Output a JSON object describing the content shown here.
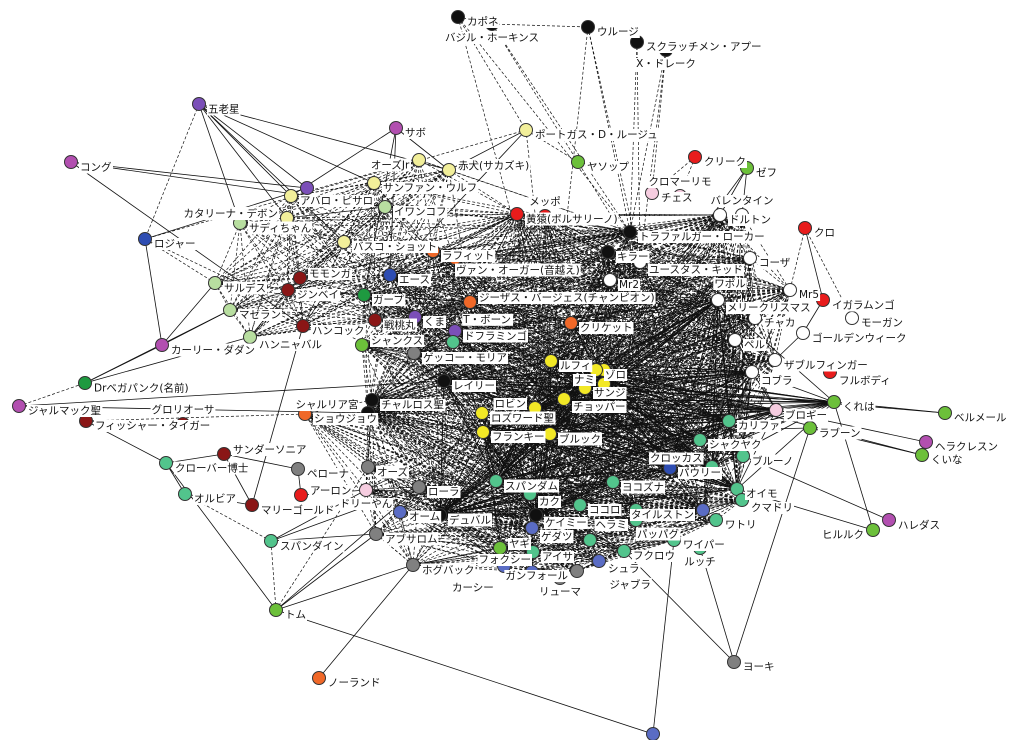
{
  "title": "ワンピース 人物相関ネットワーク",
  "palette": {
    "black": "#101010",
    "lyellow": "#f2ef9a",
    "yellow": "#f2e826",
    "purple": "#7b4fb8",
    "magenta": "#b24fb0",
    "blue": "#2e4db2",
    "periwinkle": "#5a6cc4",
    "green": "#6cc03a",
    "lgreen": "#b8dea0",
    "dgreen": "#1e9a40",
    "teal": "#52c48c",
    "orange": "#f06828",
    "red": "#e81c1c",
    "dred": "#8a1616",
    "gray": "#808080",
    "pink": "#f6cde0",
    "white": "#ffffff"
  },
  "nodes": [
    {
      "id": "capone",
      "label": "カポネ",
      "color": "black"
    },
    {
      "id": "basil",
      "label": "バジル・ホーキンス",
      "color": "black"
    },
    {
      "id": "urouge",
      "label": "ウルージ",
      "color": "black"
    },
    {
      "id": "apoo",
      "label": "スクラッチメン・アプー",
      "color": "black"
    },
    {
      "id": "drake",
      "label": "X・ドレーク",
      "color": "black"
    },
    {
      "id": "rouge",
      "label": "ポートガス・D・ルージュ",
      "color": "lyellow"
    },
    {
      "id": "sabo",
      "label": "サボ",
      "color": "magenta"
    },
    {
      "id": "gorosei",
      "label": "五老星",
      "color": "purple"
    },
    {
      "id": "kong",
      "label": "コング",
      "color": "magenta"
    },
    {
      "id": "roger",
      "label": "ロジャー",
      "color": "blue"
    },
    {
      "id": "yasopp",
      "label": "ヤソップ",
      "color": "green"
    },
    {
      "id": "krieg",
      "label": "クリーク",
      "color": "red"
    },
    {
      "id": "zeff",
      "label": "ゼフ",
      "color": "green"
    },
    {
      "id": "chess",
      "label": "チェス",
      "color": "pink"
    },
    {
      "id": "kuromarimo",
      "label": "クロマーリモ",
      "color": "pink"
    },
    {
      "id": "dalton",
      "label": "ドルトン",
      "color": "white"
    },
    {
      "id": "valentine",
      "label": "バレンタイン",
      "color": "white"
    },
    {
      "id": "kuro",
      "label": "クロ",
      "color": "red"
    },
    {
      "id": "mr5",
      "label": "Mr5",
      "color": "white"
    },
    {
      "id": "igaram",
      "label": "イガラムンゴ",
      "color": "red"
    },
    {
      "id": "morgan",
      "label": "モーガン",
      "color": "white"
    },
    {
      "id": "goldenweek",
      "label": "ゴールデンウィーク",
      "color": "white"
    },
    {
      "id": "doublefinger",
      "label": "ザブルフィンガー",
      "color": "white"
    },
    {
      "id": "fullbody",
      "label": "フルボディ",
      "color": "red"
    },
    {
      "id": "cobra",
      "label": "コブラ",
      "color": "white"
    },
    {
      "id": "kureha",
      "label": "くれは",
      "color": "green"
    },
    {
      "id": "bellemere",
      "label": "ベルメール",
      "color": "green"
    },
    {
      "id": "herakles",
      "label": "ヘラクレスン",
      "color": "magenta"
    },
    {
      "id": "kuina",
      "label": "くいな",
      "color": "green"
    },
    {
      "id": "haredas",
      "label": "ハレダス",
      "color": "magenta"
    },
    {
      "id": "hiluluk",
      "label": "ヒルルク",
      "color": "green"
    },
    {
      "id": "laboon",
      "label": "ラブーン",
      "color": "green"
    },
    {
      "id": "brogy",
      "label": "ブロギー",
      "color": "pink"
    },
    {
      "id": "kalifa",
      "label": "カリファ",
      "color": "teal"
    },
    {
      "id": "shakuyaku",
      "label": "シャクヤク",
      "color": "teal"
    },
    {
      "id": "blueno",
      "label": "ブルーノ",
      "color": "teal"
    },
    {
      "id": "pauly",
      "label": "パウリー",
      "color": "blue"
    },
    {
      "id": "crocus",
      "label": "クロッカス",
      "color": "teal"
    },
    {
      "id": "oimo",
      "label": "オイモ",
      "color": "teal"
    },
    {
      "id": "kumadori",
      "label": "クマドリ",
      "color": "teal"
    },
    {
      "id": "tilestone",
      "label": "タイルストン",
      "color": "periwinkle"
    },
    {
      "id": "watori",
      "label": "ワトリ",
      "color": "teal"
    },
    {
      "id": "wyper",
      "label": "ワイパー",
      "color": "teal"
    },
    {
      "id": "lucci",
      "label": "ルッチ",
      "color": "teal"
    },
    {
      "id": "fukurou",
      "label": "フクロウ",
      "color": "teal"
    },
    {
      "id": "shura",
      "label": "シュラ",
      "color": "periwinkle"
    },
    {
      "id": "ganfall",
      "label": "ガンフォール",
      "color": "gray"
    },
    {
      "id": "ryuma",
      "label": "リューマ",
      "color": "gray"
    },
    {
      "id": "yoki",
      "label": "ヨーキ",
      "color": "gray"
    },
    {
      "id": "bottomblue",
      "label": null,
      "color": "periwinkle"
    },
    {
      "id": "noland",
      "label": "ノーランド",
      "color": "orange"
    },
    {
      "id": "tom",
      "label": "トム",
      "color": "green"
    },
    {
      "id": "spandine",
      "label": "スパンダイン",
      "color": "teal"
    },
    {
      "id": "jalmack",
      "label": "ジャルマック聖",
      "color": "magenta"
    },
    {
      "id": "vegapunk",
      "label": "Drベガパンク(名前)",
      "color": "dgreen"
    },
    {
      "id": "fisher",
      "label": "フィッシャー・タイガー",
      "color": "dred"
    },
    {
      "id": "gloriosa",
      "label": "グロリオーサ",
      "color": "dred"
    },
    {
      "id": "clover",
      "label": "クローバー博士",
      "color": "teal"
    },
    {
      "id": "sandersonia",
      "label": "サンダーソニア",
      "color": "dred"
    },
    {
      "id": "olvia",
      "label": "オルビア",
      "color": "teal"
    },
    {
      "id": "marigold",
      "label": "マリーゴールド",
      "color": "dred"
    },
    {
      "id": "arlong",
      "label": "アーロン",
      "color": "red"
    },
    {
      "id": "perona",
      "label": "ペローナ",
      "color": "gray"
    },
    {
      "id": "oars",
      "label": "オーズ",
      "color": "gray"
    },
    {
      "id": "absalom",
      "label": "アブサロム",
      "color": "gray"
    },
    {
      "id": "hogback",
      "label": "ホグバック",
      "color": "gray"
    },
    {
      "id": "lola",
      "label": "ローラ",
      "color": "gray"
    },
    {
      "id": "dorry",
      "label": "ドリーやん",
      "color": "pink"
    },
    {
      "id": "shojo",
      "label": "ショウジョウ",
      "color": "orange"
    },
    {
      "id": "charlos",
      "label": "チャルロス聖",
      "color": "black"
    },
    {
      "id": "shalria",
      "label": "シャルリア宮",
      "color": "black"
    },
    {
      "id": "rosward",
      "label": "ロズワード聖",
      "color": "yellow"
    },
    {
      "id": "rayleigh",
      "label": "レイリー",
      "color": "black"
    },
    {
      "id": "luffy",
      "label": "ルフィ",
      "color": "yellow"
    },
    {
      "id": "zoro",
      "label": "ゾロ",
      "color": "yellow"
    },
    {
      "id": "sanji",
      "label": "サンジ",
      "color": "yellow"
    },
    {
      "id": "nami",
      "label": "ナミ",
      "color": "yellow"
    },
    {
      "id": "chopper",
      "label": "チョッパー",
      "color": "yellow"
    },
    {
      "id": "robin",
      "label": "ロビン",
      "color": "yellow"
    },
    {
      "id": "franky",
      "label": "フランキー",
      "color": "yellow"
    },
    {
      "id": "brook",
      "label": "ブルック",
      "color": "yellow"
    },
    {
      "id": "cricket",
      "label": "クリケット",
      "color": "orange"
    },
    {
      "id": "moria",
      "label": "ゲッコー・モリア",
      "color": "gray"
    },
    {
      "id": "shanks",
      "label": "シャンクス",
      "color": "green"
    },
    {
      "id": "hancock",
      "label": "ハンコック",
      "color": "dred"
    },
    {
      "id": "sentomaru",
      "label": "戦桃丸",
      "color": "dred"
    },
    {
      "id": "kuma",
      "label": "くま",
      "color": "purple"
    },
    {
      "id": "doflamingo",
      "label": "ドフラミンゴ",
      "color": "purple"
    },
    {
      "id": "tbone",
      "label": "T・ボーン",
      "color": "teal"
    },
    {
      "id": "ace",
      "label": "エース",
      "color": "blue"
    },
    {
      "id": "garp",
      "label": "ガープ",
      "color": "dgreen"
    },
    {
      "id": "jinbe",
      "label": "ジンベイ",
      "color": "dred"
    },
    {
      "id": "momonga",
      "label": "モモンガ",
      "color": "dred"
    },
    {
      "id": "saldeath",
      "label": "サルデス",
      "color": "lgreen"
    },
    {
      "id": "magellan",
      "label": "マゼラン",
      "color": "lgreen"
    },
    {
      "id": "hannyabal",
      "label": "ハンニャバル",
      "color": "lgreen"
    },
    {
      "id": "dadan",
      "label": "カーリー・ダダン",
      "color": "magenta"
    },
    {
      "id": "pizarro",
      "label": "アバロ・ピサロ",
      "color": "lyellow"
    },
    {
      "id": "sadi",
      "label": "サディちゃん",
      "color": "lgreen"
    },
    {
      "id": "catarina",
      "label": "カタリーナ・デボン",
      "color": "lyellow"
    },
    {
      "id": "shot",
      "label": "バスコ・ショット",
      "color": "lyellow"
    },
    {
      "id": "wolf",
      "label": "サンファン・ウルフ",
      "color": "lyellow"
    },
    {
      "id": "ivankov",
      "label": "イワンコフ",
      "color": "lgreen"
    },
    {
      "id": "akainu",
      "label": "赤犬(サカズキ)",
      "color": "lyellow"
    },
    {
      "id": "oarsjr",
      "label": "オーズJr",
      "color": "lyellow"
    },
    {
      "id": "burgess",
      "label": "ジーザス・バージェス(チャンピオン)",
      "color": "orange"
    },
    {
      "id": "lafitte",
      "label": "ラフィット",
      "color": "orange"
    },
    {
      "id": "vanaugur",
      "label": "ヴァン・オーガー(音越え)",
      "color": "orange"
    },
    {
      "id": "law",
      "label": "トラファルガー・ローカー",
      "color": "black"
    },
    {
      "id": "kizaru",
      "label": "黄猿(ボルサリーノ)",
      "color": "red"
    },
    {
      "id": "meppo",
      "label": "メッポ",
      "color": "red"
    },
    {
      "id": "killer",
      "label": "キラー",
      "color": "black"
    },
    {
      "id": "kid",
      "label": "ユースタス・キッド",
      "color": "white"
    },
    {
      "id": "mr2",
      "label": "Mr2",
      "color": "white"
    },
    {
      "id": "wapol",
      "label": "ワポル",
      "color": "white"
    },
    {
      "id": "kuzan",
      "label": "コーザ",
      "color": "white"
    },
    {
      "id": "merry",
      "label": "メリークリスマス",
      "color": "white"
    },
    {
      "id": "chaka",
      "label": "チャカ",
      "color": "white"
    },
    {
      "id": "pell",
      "label": "ペル",
      "color": "white"
    },
    {
      "id": "spandam",
      "label": "スパンダム",
      "color": "teal"
    },
    {
      "id": "kaku",
      "label": "カク",
      "color": "teal"
    },
    {
      "id": "yokozuna",
      "label": "ヨコズナ",
      "color": "teal"
    },
    {
      "id": "kokoro",
      "label": "ココロ",
      "color": "teal"
    },
    {
      "id": "pappag",
      "label": "パッパグ",
      "color": "teal"
    },
    {
      "id": "camie",
      "label": "ケイミー",
      "color": "black"
    },
    {
      "id": "gedatsu",
      "label": "ゲダツ",
      "color": "periwinkle"
    },
    {
      "id": "aisa",
      "label": "アイサ",
      "color": "teal"
    },
    {
      "id": "foxy",
      "label": "フォクシー",
      "color": "periwinkle"
    },
    {
      "id": "carsee",
      "label": "カーシー",
      "color": "periwinkle"
    },
    {
      "id": "ohm",
      "label": "オーム",
      "color": "periwinkle"
    },
    {
      "id": "duval",
      "label": "デュバル",
      "color": "black"
    },
    {
      "id": "hera",
      "label": "ヘラミ",
      "color": "teal"
    },
    {
      "id": "jabra",
      "label": "ジャブラ",
      "color": "teal"
    },
    {
      "id": "yagi",
      "label": "ヤギ",
      "color": "green"
    }
  ],
  "edges": [
    [
      "gorosei",
      "akainu",
      "s"
    ],
    [
      "gorosei",
      "pizarro",
      "s"
    ],
    [
      "gorosei",
      "sadi",
      "s"
    ],
    [
      "gorosei",
      "catarina",
      "s"
    ],
    [
      "gorosei",
      "shot",
      "s"
    ],
    [
      "gorosei",
      "kong_purple",
      "s"
    ],
    [
      "gorosei",
      "roger",
      "d"
    ],
    [
      "gorosei",
      "wolf",
      "s"
    ],
    [
      "kong",
      "kong_purple",
      "s"
    ],
    [
      "kong",
      "ivankov",
      "s"
    ],
    [
      "kong",
      "hancock",
      "s"
    ],
    [
      "sabo",
      "akainu",
      "s"
    ],
    [
      "sabo",
      "ace",
      "s"
    ],
    [
      "sabo",
      "pizarro",
      "s"
    ],
    [
      "sabo",
      "garp",
      "s"
    ],
    [
      "rouge",
      "akainu",
      "s"
    ],
    [
      "rouge",
      "ace",
      "s"
    ],
    [
      "rouge",
      "yasopp",
      "d"
    ],
    [
      "rouge",
      "roger",
      "d"
    ],
    [
      "rouge",
      "luffy",
      "d"
    ],
    [
      "capone",
      "law",
      "d"
    ],
    [
      "capone",
      "rouge",
      "d"
    ],
    [
      "capone",
      "luffy",
      "d"
    ],
    [
      "basil",
      "law",
      "d"
    ],
    [
      "basil",
      "kid",
      "d"
    ],
    [
      "basil",
      "capone",
      "d"
    ],
    [
      "basil",
      "urouge",
      "d"
    ],
    [
      "urouge",
      "law",
      "d"
    ],
    [
      "urouge",
      "kid",
      "d"
    ],
    [
      "urouge",
      "luffy",
      "d"
    ],
    [
      "apoo",
      "kid",
      "d"
    ],
    [
      "apoo",
      "law",
      "d"
    ],
    [
      "drake",
      "law",
      "d"
    ],
    [
      "drake",
      "kid",
      "d"
    ],
    [
      "drake",
      "chess",
      "d"
    ],
    [
      "krieg",
      "chess",
      "d"
    ],
    [
      "krieg",
      "kuromarimo",
      "d"
    ],
    [
      "zeff",
      "dalton",
      "s"
    ],
    [
      "zeff",
      "valentine",
      "s"
    ],
    [
      "kuro",
      "igaram",
      "s"
    ],
    [
      "kuro",
      "morgan",
      "d"
    ],
    [
      "kuro",
      "mr5",
      "d"
    ],
    [
      "igaram",
      "goldenweek",
      "s"
    ],
    [
      "goldenweek",
      "doublefinger",
      "s"
    ],
    [
      "kureha",
      "bellemere",
      "s"
    ],
    [
      "kureha",
      "hiluluk",
      "s"
    ],
    [
      "brogy",
      "herakles",
      "s"
    ],
    [
      "laboon",
      "kuina",
      "s"
    ],
    [
      "blueno",
      "haredas",
      "s"
    ],
    [
      "oimo",
      "hiluluk",
      "s"
    ],
    [
      "laboon",
      "yoki",
      "s"
    ],
    [
      "lucci",
      "yoki",
      "s"
    ],
    [
      "fukurou",
      "yoki",
      "s"
    ],
    [
      "wyper",
      "bottomblue",
      "s"
    ],
    [
      "tom",
      "bottomblue",
      "s"
    ],
    [
      "noland",
      "hogback",
      "s"
    ],
    [
      "tom",
      "spandine",
      "d"
    ],
    [
      "tom",
      "clover",
      "s"
    ],
    [
      "tom",
      "absalom",
      "s"
    ],
    [
      "tom",
      "hogback",
      "s"
    ],
    [
      "tom",
      "lola",
      "s"
    ],
    [
      "tom",
      "oars",
      "d"
    ],
    [
      "jalmack",
      "shalria",
      "s"
    ],
    [
      "jalmack",
      "vegapunk",
      "d"
    ],
    [
      "jalmack",
      "rayleigh",
      "s"
    ],
    [
      "vegapunk",
      "dadan",
      "s"
    ],
    [
      "vegapunk",
      "hannyabal",
      "s"
    ],
    [
      "vegapunk",
      "magellan",
      "s"
    ],
    [
      "fisher",
      "gloriosa",
      "s"
    ],
    [
      "fisher",
      "shojo",
      "d"
    ],
    [
      "fisher",
      "clover",
      "s"
    ],
    [
      "clover",
      "olvia",
      "s"
    ],
    [
      "clover",
      "sandersonia",
      "s"
    ],
    [
      "olvia",
      "marigold",
      "s"
    ],
    [
      "olvia",
      "spandine",
      "d"
    ],
    [
      "marigold",
      "hancock",
      "s"
    ],
    [
      "marigold",
      "sandersonia",
      "s"
    ],
    [
      "sandersonia",
      "perona",
      "s"
    ],
    [
      "arlong",
      "perona",
      "s"
    ],
    [
      "arlong",
      "dorry",
      "s"
    ],
    [
      "spandine",
      "lola",
      "s"
    ],
    [
      "spandine",
      "absalom",
      "s"
    ],
    [
      "spandine",
      "dorry",
      "s"
    ],
    [
      "roger",
      "kong_purple",
      "s"
    ],
    [
      "roger",
      "dadan",
      "s"
    ],
    [
      "roger",
      "saldeath",
      "d"
    ],
    [
      "roger",
      "rayleigh",
      "d"
    ],
    [
      "dadan",
      "saldeath",
      "s"
    ],
    [
      "dadan",
      "magellan",
      "s"
    ],
    [
      "luffy",
      "kureha",
      "s"
    ],
    [
      "chopper",
      "kureha",
      "s"
    ],
    [
      "nami",
      "bellemere",
      "s"
    ],
    [
      "zoro",
      "kuina",
      "s"
    ],
    [
      "brook",
      "laboon",
      "s"
    ],
    [
      "usopp_n",
      "brogy",
      "s"
    ],
    [
      "sanji",
      "zeff",
      "s"
    ],
    [
      "absalom",
      "hogback",
      "d"
    ],
    [
      "ganfall",
      "shura",
      "s"
    ],
    [
      "fukurou",
      "wyper",
      "s"
    ]
  ],
  "dense_groups": [
    {
      "style": "d",
      "members": [
        "luffy",
        "zoro",
        "sanji",
        "nami",
        "chopper",
        "robin",
        "franky",
        "brook",
        "rayleigh",
        "law",
        "kid",
        "killer",
        "mr2",
        "wapol",
        "kuzan",
        "merry",
        "chaka",
        "pell",
        "cobra",
        "doublefinger",
        "valentine",
        "dalton",
        "mr5",
        "kalifa",
        "pauly",
        "crocus",
        "blueno",
        "oimo",
        "tilestone",
        "cricket",
        "burgess",
        "lafitte",
        "vanaugur",
        "kizaru",
        "meppo",
        "moria",
        "doflamingo",
        "kuma",
        "ace",
        "garp",
        "shanks",
        "camie",
        "spandam",
        "kaku",
        "yokozuna",
        "kokoro",
        "pappag",
        "duval",
        "charlos",
        "shalria"
      ]
    },
    {
      "style": "d",
      "members": [
        "pizarro",
        "sadi",
        "catarina",
        "shot",
        "wolf",
        "ivankov",
        "akainu",
        "oarsjr",
        "lafitte",
        "ace",
        "garp",
        "jinbe",
        "momonga",
        "hancock",
        "sentomaru",
        "kuma",
        "saldeath",
        "magellan",
        "hannyabal",
        "burgess",
        "law",
        "kizaru"
      ]
    },
    {
      "style": "s",
      "members": [
        "luffy",
        "zoro",
        "sanji",
        "chopper",
        "robin",
        "franky",
        "brook",
        "nami",
        "rayleigh",
        "camie",
        "duval",
        "spandam",
        "kalifa",
        "shakuyaku",
        "pauly",
        "crocus",
        "oimo",
        "kureha",
        "brogy",
        "cobra",
        "merry"
      ]
    },
    {
      "style": "d",
      "members": [
        "franky",
        "brook",
        "robin",
        "spandam",
        "kaku",
        "camie",
        "gedatsu",
        "aisa",
        "foxy",
        "carsee",
        "ohm",
        "duval",
        "hera",
        "jabra",
        "yagi",
        "ganfall",
        "shura",
        "fukurou",
        "wyper",
        "tilestone",
        "watori",
        "kumadori",
        "oars",
        "lola",
        "dorry",
        "absalom",
        "hogback",
        "rosward",
        "charlos",
        "shalria",
        "shojo"
      ]
    }
  ]
}
